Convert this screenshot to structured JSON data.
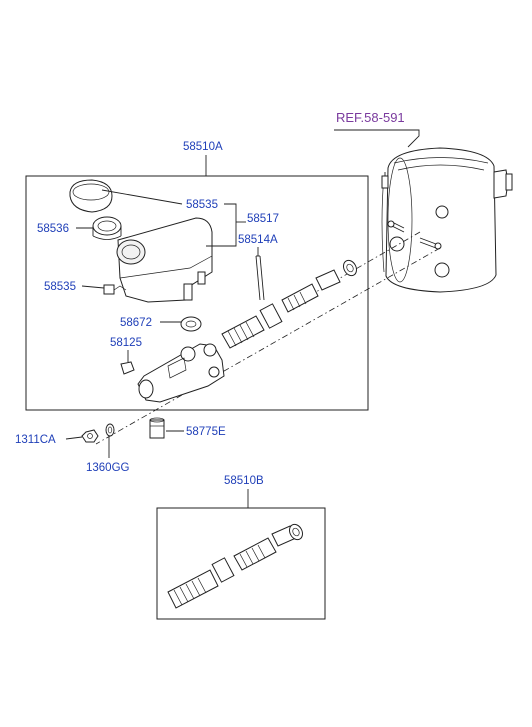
{
  "ref_label": "REF.58-591",
  "group_labels": {
    "top": "58510A",
    "bottom": "58510B"
  },
  "parts": {
    "p58535_top": "58535",
    "p58517": "58517",
    "p58536": "58536",
    "p58514A": "58514A",
    "p58535_side": "58535",
    "p58672": "58672",
    "p58125": "58125",
    "p1311CA": "1311CA",
    "p1360GG": "1360GG",
    "p58775E": "58775E"
  },
  "colors": {
    "label": "#1f3fb8",
    "reference": "#7a3a9e",
    "line": "#222222"
  }
}
